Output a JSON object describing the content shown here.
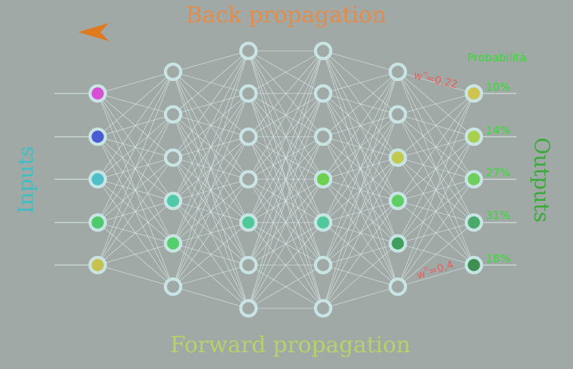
{
  "title_back": "Back propagation",
  "title_forward": "Forward propagation",
  "label_inputs": "Inputs",
  "label_outputs": "Outputs",
  "label_probability": "Probabilità",
  "weights": {
    "top": {
      "base": "w",
      "sup": "n",
      "value": "=0,22"
    },
    "bottom": {
      "base": "w",
      "sup": "n",
      "value": "=0,4"
    }
  },
  "output_probabilities": [
    "10%",
    "14%",
    "27%",
    "31%",
    "18%"
  ],
  "colors": {
    "background": "#a0a9a5",
    "back_arrow": "#e07a1f",
    "back_text": "#e68b48",
    "forward": "#b6d36a",
    "inputs_label": "#3fbfc4",
    "outputs_label": "#3aaa3a",
    "percent": "#2fe02f",
    "weight_label": "#e86060",
    "ring": "#c9e4e4",
    "edge": "#dff0f0"
  },
  "network": {
    "layers": [
      {
        "name": "input",
        "nodes": 5,
        "fills": [
          "#d84fd6",
          "#4a5bd3",
          "#4fc0c8",
          "#4fc96a",
          "#c7c24f"
        ]
      },
      {
        "name": "hidden-1",
        "nodes": 6,
        "fills": [
          null,
          null,
          null,
          "#4fc9a6",
          "#54d06a",
          null
        ]
      },
      {
        "name": "hidden-2",
        "nodes": 7,
        "fills": [
          null,
          null,
          null,
          null,
          "#4fc99b",
          null,
          null
        ]
      },
      {
        "name": "hidden-3",
        "nodes": 7,
        "fills": [
          null,
          null,
          null,
          "#6dd04f",
          "#4fc99b",
          null,
          null
        ]
      },
      {
        "name": "hidden-4",
        "nodes": 6,
        "fills": [
          null,
          null,
          "#c1c94f",
          "#5ecf63",
          "#3f9f5c",
          null
        ]
      },
      {
        "name": "output",
        "nodes": 5,
        "fills": [
          "#cfc44f",
          "#a9cf4f",
          "#6ed05a",
          "#4aaa6a",
          "#3f8f50"
        ]
      }
    ]
  }
}
